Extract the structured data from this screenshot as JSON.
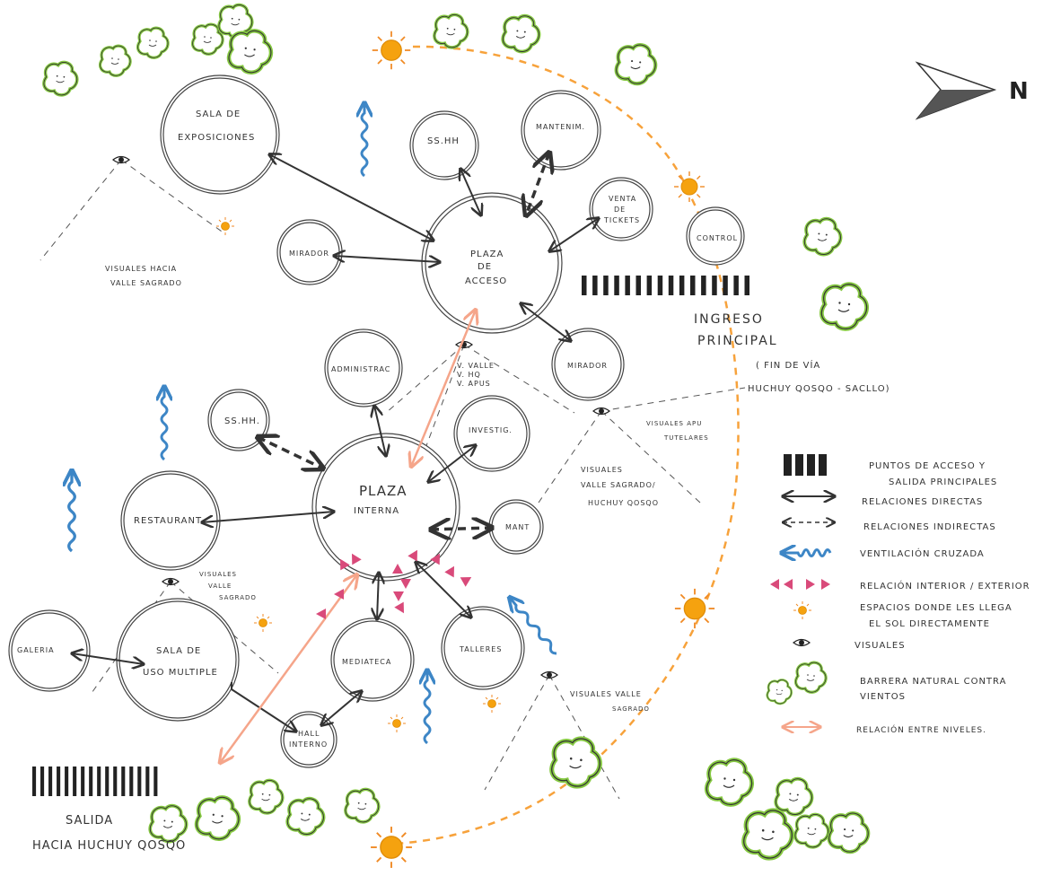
{
  "north_label": "N",
  "spaces": {
    "sala_exposiciones": [
      "SALA DE",
      "EXPOSICIONES"
    ],
    "ss_hh_top": "SS.HH",
    "mantenim": "MANTENIM.",
    "venta_tickets": [
      "VENTA",
      "DE",
      "TICKETS"
    ],
    "control": "CONTROL",
    "mirador_left": "MIRADOR",
    "plaza_acceso": [
      "PLAZA",
      "DE",
      "ACCESO"
    ],
    "mirador_right": "MIRADOR",
    "administrac": "ADMINISTRAC",
    "ss_hh_mid": "SS.HH.",
    "investig": "INVESTIG.",
    "plaza_interna": [
      "PLAZA",
      "INTERNA"
    ],
    "mant": "MANT",
    "restaurant": "RESTAURANT",
    "galeria": "GALERIA",
    "sala_uso_multiple": [
      "SALA DE",
      "USO MULTIPLE"
    ],
    "mediateca": "MEDIATECA",
    "talleres": "TALLERES",
    "hall_interno": [
      "HALL",
      "INTERNO"
    ]
  },
  "annotations": {
    "visuales_valle_top": [
      "VISUALES HACIA",
      "VALLE SAGRADO"
    ],
    "ingreso": [
      "INGRESO",
      "PRINCIPAL"
    ],
    "fin_de_via": [
      "( FIN DE VÍA",
      "HUCHUY QOSQO - SACLLO)"
    ],
    "visuales_center": [
      "V. VALLE",
      "V. HQ",
      "V. APUS"
    ],
    "visuales_apus": [
      "VISUALES APU",
      "TUTELARES"
    ],
    "visuales_valle_hq": [
      "VISUALES",
      "VALLE SAGRADO/",
      "HUCHUY QOSQO"
    ],
    "visuales_valle_left": [
      "VISUALES",
      "VALLE",
      "SAGRADO"
    ],
    "visuales_valle_bottom": [
      "VISUALES VALLE",
      "SAGRADO"
    ],
    "salida": [
      "SALIDA",
      "HACIA HUCHUY QOSQO"
    ]
  },
  "legend": [
    {
      "icon": "access-bars-icon",
      "lines": [
        "PUNTOS DE ACCESO Y",
        "SALIDA PRINCIPALES"
      ]
    },
    {
      "icon": "double-arrow-solid-icon",
      "lines": [
        "RELACIONES DIRECTAS"
      ]
    },
    {
      "icon": "double-arrow-dashed-icon",
      "lines": [
        "RELACIONES INDIRECTAS"
      ]
    },
    {
      "icon": "wave-arrow-icon",
      "lines": [
        "VENTILACIÓN CRUZADA"
      ]
    },
    {
      "icon": "triangles-icon",
      "lines": [
        "RELACIÓN INTERIOR / EXTERIOR"
      ]
    },
    {
      "icon": "sun-icon",
      "lines": [
        "ESPACIOS DONDE LES LLEGA",
        "EL SOL DIRECTAMENTE"
      ]
    },
    {
      "icon": "eye-icon",
      "lines": [
        "VISUALES"
      ]
    },
    {
      "icon": "bush-icon",
      "lines": [
        "BARRERA NATURAL CONTRA",
        "VIENTOS"
      ]
    },
    {
      "icon": "orange-arrow-icon",
      "lines": [
        "RELACIÓN ENTRE NIVELES."
      ]
    }
  ],
  "colors": {
    "ink": "#333333",
    "sun": "#f5a20f",
    "sun_ray": "#f08a24",
    "path_dashed": "#f7a23b",
    "wave": "#3d86c6",
    "triangle": "#d94a7a",
    "bush": "#86c942",
    "level_arrow": "#f5a58a",
    "access_bars": "#222222"
  }
}
